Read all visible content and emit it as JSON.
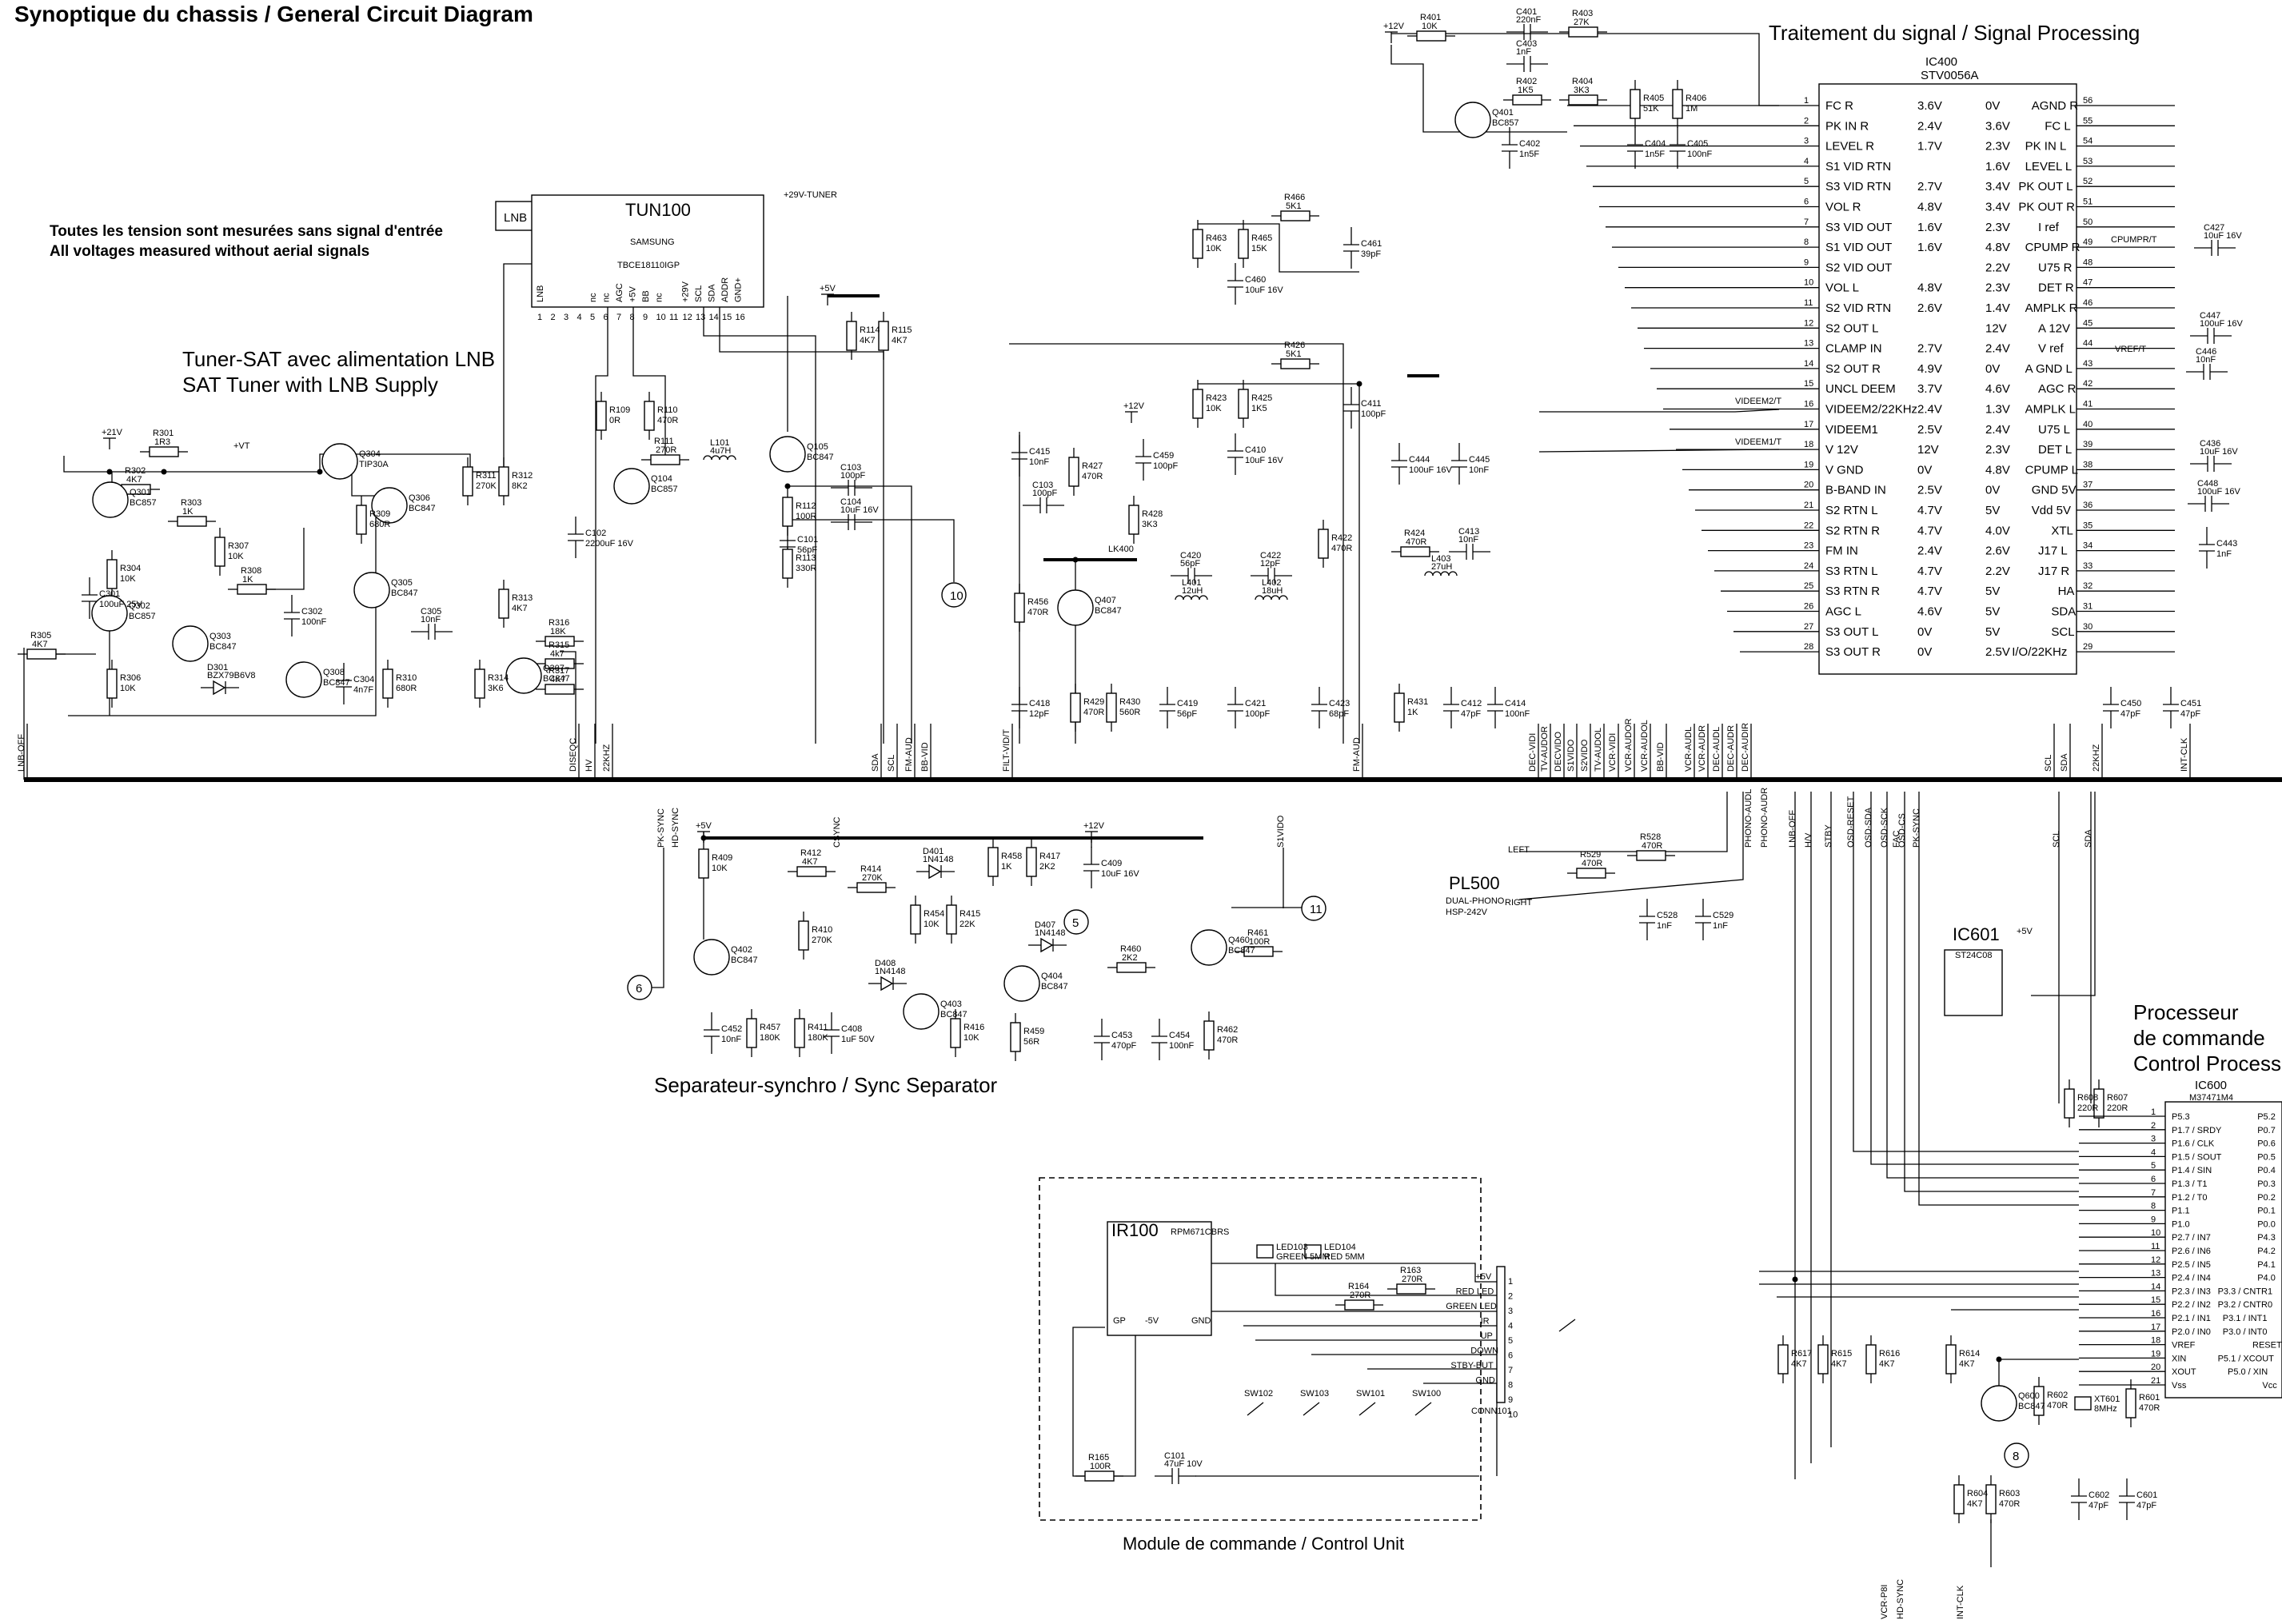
{
  "title": "Synoptique du chassis / General Circuit Diagram",
  "note": [
    "Toutes les tension sont mesurées sans signal d'entrée",
    "All voltages measured without aerial signals"
  ],
  "sections": {
    "tuner": [
      "Tuner-SAT avec alimentation LNB",
      "SAT Tuner with LNB Supply"
    ],
    "signal": "Traitement du signal / Signal Processing",
    "sync": "Separateur-synchro / Sync Separator",
    "control_unit": "Module de commande / Control Unit",
    "processor": [
      "Processeur",
      "de commande",
      "Control Processor"
    ]
  },
  "tuner_module": {
    "ref": "TUN100",
    "maker": "SAMSUNG",
    "part": "TBCE18110IGP",
    "lnb": "LNB",
    "supply": "+29V-TUNER",
    "pins": [
      "1",
      "2",
      "3",
      "4",
      "5",
      "6",
      "7",
      "8",
      "9",
      "10",
      "11",
      "12",
      "13",
      "14",
      "15",
      "16"
    ],
    "pin_names": [
      "LNB",
      "",
      "",
      "",
      "nc",
      "nc",
      "AGC",
      "+5V",
      "BB",
      "nc",
      "",
      "+29V",
      "SCL",
      "SDA",
      "ADDR",
      "GND+"
    ]
  },
  "ic400": {
    "ref": "IC400",
    "part": "STV0056A",
    "left": [
      {
        "n": "1",
        "name": "FC R",
        "a": "3.6V",
        "b": "0V"
      },
      {
        "n": "2",
        "name": "PK IN R",
        "a": "2.4V",
        "b": "3.6V"
      },
      {
        "n": "3",
        "name": "LEVEL R",
        "a": "1.7V",
        "b": "2.3V"
      },
      {
        "n": "4",
        "name": "S1 VID RTN",
        "a": "",
        "b": "1.6V"
      },
      {
        "n": "5",
        "name": "S3 VID RTN",
        "a": "2.7V",
        "b": "3.4V"
      },
      {
        "n": "6",
        "name": "VOL R",
        "a": "4.8V",
        "b": "3.4V"
      },
      {
        "n": "7",
        "name": "S3 VID OUT",
        "a": "1.6V",
        "b": "2.3V"
      },
      {
        "n": "8",
        "name": "S1 VID OUT",
        "a": "1.6V",
        "b": "4.8V"
      },
      {
        "n": "9",
        "name": "S2 VID OUT",
        "a": "",
        "b": "2.2V"
      },
      {
        "n": "10",
        "name": "VOL L",
        "a": "4.8V",
        "b": "2.3V"
      },
      {
        "n": "11",
        "name": "S2 VID RTN",
        "a": "2.6V",
        "b": "1.4V"
      },
      {
        "n": "12",
        "name": "S2 OUT L",
        "a": "",
        "b": "12V"
      },
      {
        "n": "13",
        "name": "CLAMP IN",
        "a": "2.7V",
        "b": "2.4V"
      },
      {
        "n": "14",
        "name": "S2 OUT R",
        "a": "4.9V",
        "b": "0V"
      },
      {
        "n": "15",
        "name": "UNCL DEEM",
        "a": "3.7V",
        "b": "4.6V"
      },
      {
        "n": "16",
        "name": "VIDEEM2/22KHz",
        "a": "2.4V",
        "b": "1.3V"
      },
      {
        "n": "17",
        "name": "VIDEEM1",
        "a": "2.5V",
        "b": "2.4V"
      },
      {
        "n": "18",
        "name": "V 12V",
        "a": "12V",
        "b": "2.3V"
      },
      {
        "n": "19",
        "name": "V GND",
        "a": "0V",
        "b": "4.8V"
      },
      {
        "n": "20",
        "name": "B-BAND IN",
        "a": "2.5V",
        "b": "0V"
      },
      {
        "n": "21",
        "name": "S2 RTN L",
        "a": "4.7V",
        "b": "5V"
      },
      {
        "n": "22",
        "name": "S2 RTN R",
        "a": "4.7V",
        "b": "4.0V"
      },
      {
        "n": "23",
        "name": "FM IN",
        "a": "2.4V",
        "b": "2.6V"
      },
      {
        "n": "24",
        "name": "S3 RTN L",
        "a": "4.7V",
        "b": "2.2V"
      },
      {
        "n": "25",
        "name": "S3 RTN R",
        "a": "4.7V",
        "b": "5V"
      },
      {
        "n": "26",
        "name": "AGC L",
        "a": "4.6V",
        "b": "5V"
      },
      {
        "n": "27",
        "name": "S3 OUT L",
        "a": "0V",
        "b": "5V"
      },
      {
        "n": "28",
        "name": "S3 OUT R",
        "a": "0V",
        "b": "2.5V"
      }
    ],
    "right": [
      {
        "n": "56",
        "name": "AGND R"
      },
      {
        "n": "55",
        "name": "FC L"
      },
      {
        "n": "54",
        "name": "PK IN L"
      },
      {
        "n": "53",
        "name": "LEVEL L"
      },
      {
        "n": "52",
        "name": "PK OUT L"
      },
      {
        "n": "51",
        "name": "PK OUT R"
      },
      {
        "n": "50",
        "name": "I ref"
      },
      {
        "n": "49",
        "name": "CPUMP R"
      },
      {
        "n": "48",
        "name": "U75 R"
      },
      {
        "n": "47",
        "name": "DET R"
      },
      {
        "n": "46",
        "name": "AMPLK R"
      },
      {
        "n": "45",
        "name": "A 12V"
      },
      {
        "n": "44",
        "name": "V ref"
      },
      {
        "n": "43",
        "name": "A GND L"
      },
      {
        "n": "42",
        "name": "AGC R"
      },
      {
        "n": "41",
        "name": "AMPLK L"
      },
      {
        "n": "40",
        "name": "U75 L"
      },
      {
        "n": "39",
        "name": "DET L"
      },
      {
        "n": "38",
        "name": "CPUMP L"
      },
      {
        "n": "37",
        "name": "GND 5V"
      },
      {
        "n": "36",
        "name": "Vdd 5V"
      },
      {
        "n": "35",
        "name": "XTL"
      },
      {
        "n": "34",
        "name": "J17 L"
      },
      {
        "n": "33",
        "name": "J17 R"
      },
      {
        "n": "32",
        "name": "HA"
      },
      {
        "n": "31",
        "name": "SDA"
      },
      {
        "n": "30",
        "name": "SCL"
      },
      {
        "n": "29",
        "name": "I/O/22KHz"
      }
    ]
  },
  "ic600": {
    "ref": "IC600",
    "part": "M37471M4",
    "left": [
      "P5.3",
      "P1.7 / SRDY",
      "P1.6 / CLK",
      "P1.5 / SOUT",
      "P1.4 / SIN",
      "P1.3 / T1",
      "P1.2 / T0",
      "P1.1",
      "P1.0",
      "P2.7 / IN7",
      "P2.6 / IN6",
      "P2.5 / IN5",
      "P2.4 / IN4",
      "P2.3 / IN3",
      "P2.2 / IN2",
      "P2.1 / IN1",
      "P2.0 / IN0",
      "VREF",
      "XIN",
      "XOUT",
      "Vss"
    ],
    "right": [
      "P5.2",
      "P0.7",
      "P0.6",
      "P0.5",
      "P0.4",
      "P0.3",
      "P0.2",
      "P0.1",
      "P0.0",
      "P4.3",
      "P4.2",
      "P4.1",
      "P4.0",
      "P3.3 / CNTR1",
      "P3.2 / CNTR0",
      "P3.1 / INT1",
      "P3.0 / INT0",
      "RESET",
      "P5.1 / XCOUT",
      "P5.0 / XIN",
      "Vcc"
    ]
  },
  "ic601": {
    "ref": "IC601",
    "part": "ST24C08",
    "supply": "+5V"
  },
  "ir100": {
    "ref": "IR100",
    "part": "RPM671CBRS",
    "pins": [
      "GP",
      "-5V",
      "GND"
    ]
  },
  "conn101": {
    "ref": "CONN101",
    "signals": [
      "+5V",
      "RED LED",
      "GREEN LED",
      "IR",
      "UP",
      "DOWN",
      "STBY-BUT",
      "GND"
    ]
  },
  "pl500": {
    "ref": "PL500",
    "part": [
      "DUAL-PHONO",
      "HSP-242V"
    ],
    "left": "LEFT",
    "right": "RIGHT"
  },
  "bus_labels_top": [
    "LNB-OFF",
    "DISEQC",
    "HV",
    "22KHZ",
    "SDA",
    "SCL",
    "FM-AUD",
    "BB-VID",
    "FILT-VID/T",
    "FM-AUD",
    "DEC-VIDI",
    "TV-AUDOR",
    "DECVIDO",
    "S1VIDO",
    "S2VIDO",
    "TV-AUDOL",
    "VCR-VIDI",
    "VCR-AUDOR",
    "VCR-AUDOL",
    "BB-VID",
    "VCR-AUDL",
    "VCR-AUDR",
    "DEC-AUDL",
    "DEC-AUDR",
    "DEC-AUDIR",
    "SCL",
    "SDA",
    "INT-CLK",
    "22KHZ"
  ],
  "bus_labels_bottom": [
    "PK-SYNC",
    "HD-SYNC",
    "CSYNC",
    "S1VIDO",
    "PHONO-AUDL",
    "PHONO-AUDR",
    "LNB-OFF",
    "H/V",
    "STBY",
    "OSD-RESET",
    "OSD-SDA",
    "OSD-SCK",
    "OSD-CS",
    "PK-SYNC",
    "SCL",
    "SDA",
    "VCR-P8I",
    "HD-SYNC",
    "INT-CLK",
    "FAC"
  ],
  "signal_net_labels": [
    "VIDEEM2/T",
    "VIDEEM1/T",
    "CPUMPR/T",
    "VREF/T"
  ],
  "markers": [
    "5",
    "6",
    "8",
    "10",
    "11"
  ],
  "components": {
    "tuner": [
      {
        "ref": "R301",
        "val": "1R3"
      },
      {
        "ref": "R302",
        "val": "4K7"
      },
      {
        "ref": "R303",
        "val": "1K"
      },
      {
        "ref": "R304",
        "val": "10K"
      },
      {
        "ref": "R305",
        "val": "4K7"
      },
      {
        "ref": "R306",
        "val": "10K"
      },
      {
        "ref": "R307",
        "val": "10K"
      },
      {
        "ref": "R308",
        "val": "1K"
      },
      {
        "ref": "R309",
        "val": "680R"
      },
      {
        "ref": "R310",
        "val": "680R"
      },
      {
        "ref": "R311",
        "val": "270K"
      },
      {
        "ref": "R312",
        "val": "8K2"
      },
      {
        "ref": "R313",
        "val": "4K7"
      },
      {
        "ref": "R314",
        "val": "3K6"
      },
      {
        "ref": "R315",
        "val": "4k7"
      },
      {
        "ref": "R316",
        "val": "18K"
      },
      {
        "ref": "R317",
        "val": "4K7"
      },
      {
        "ref": "C301",
        "val": "100uF 25V"
      },
      {
        "ref": "C302",
        "val": "100nF"
      },
      {
        "ref": "C304",
        "val": "4n7F"
      },
      {
        "ref": "C305",
        "val": "10nF"
      },
      {
        "ref": "Q301",
        "val": "BC857"
      },
      {
        "ref": "Q302",
        "val": "BC857"
      },
      {
        "ref": "Q303",
        "val": "BC847"
      },
      {
        "ref": "Q304",
        "val": "TIP30A"
      },
      {
        "ref": "Q305",
        "val": "BC847"
      },
      {
        "ref": "Q306",
        "val": "BC847"
      },
      {
        "ref": "Q307",
        "val": "BC847"
      },
      {
        "ref": "Q308",
        "val": "BC847"
      },
      {
        "ref": "D301",
        "val": "BZX79B6V8"
      },
      {
        "ref": "R109",
        "val": "0R"
      },
      {
        "ref": "R110",
        "val": "470R"
      },
      {
        "ref": "R111",
        "val": "270R"
      },
      {
        "ref": "L101",
        "val": "4u7H"
      },
      {
        "ref": "Q104",
        "val": "BC857"
      },
      {
        "ref": "Q105",
        "val": "BC847"
      },
      {
        "ref": "C102",
        "val": "2200uF 16V"
      },
      {
        "ref": "C103",
        "val": "100pF"
      },
      {
        "ref": "C104",
        "val": "10uF 16V"
      },
      {
        "ref": "C101",
        "val": "56pF"
      },
      {
        "ref": "R112",
        "val": "100R"
      },
      {
        "ref": "R113",
        "val": "330R"
      },
      {
        "ref": "R114",
        "val": "4K7"
      },
      {
        "ref": "R115",
        "val": "4K7"
      }
    ],
    "video": [
      {
        "ref": "R463",
        "val": "10K"
      },
      {
        "ref": "R465",
        "val": "15K"
      },
      {
        "ref": "R466",
        "val": "5K1"
      },
      {
        "ref": "C461",
        "val": "39pF"
      },
      {
        "ref": "C460",
        "val": "10uF 16V"
      },
      {
        "ref": "R423",
        "val": "10K"
      },
      {
        "ref": "R425",
        "val": "1K5"
      },
      {
        "ref": "R426",
        "val": "5K1"
      },
      {
        "ref": "C411",
        "val": "100pF"
      },
      {
        "ref": "C410",
        "val": "10uF 16V"
      },
      {
        "ref": "C444",
        "val": "100uF 16V"
      },
      {
        "ref": "C445",
        "val": "10nF"
      },
      {
        "ref": "R422",
        "val": "470R"
      },
      {
        "ref": "C415",
        "val": "10nF"
      },
      {
        "ref": "C103",
        "val": "100pF"
      },
      {
        "ref": "R427",
        "val": "470R"
      },
      {
        "ref": "C459",
        "val": "100pF"
      },
      {
        "ref": "R428",
        "val": "3K3"
      },
      {
        "ref": "LK400",
        "val": ""
      },
      {
        "ref": "R456",
        "val": "470R"
      },
      {
        "ref": "Q407",
        "val": "BC847"
      },
      {
        "ref": "C420",
        "val": "56pF"
      },
      {
        "ref": "C422",
        "val": "12pF"
      },
      {
        "ref": "L401",
        "val": "12uH"
      },
      {
        "ref": "L402",
        "val": "18uH"
      },
      {
        "ref": "C418",
        "val": "12pF"
      },
      {
        "ref": "R429",
        "val": "470R"
      },
      {
        "ref": "R430",
        "val": "560R"
      },
      {
        "ref": "C419",
        "val": "56pF"
      },
      {
        "ref": "C421",
        "val": "100pF"
      },
      {
        "ref": "C423",
        "val": "68pF"
      },
      {
        "ref": "R424",
        "val": "470R"
      },
      {
        "ref": "C413",
        "val": "10nF"
      },
      {
        "ref": "L403",
        "val": "27uH"
      },
      {
        "ref": "R431",
        "val": "1K"
      },
      {
        "ref": "C412",
        "val": "47pF"
      },
      {
        "ref": "C414",
        "val": "100nF"
      }
    ],
    "signal": [
      {
        "ref": "R401",
        "val": "10K"
      },
      {
        "ref": "C401",
        "val": "220nF"
      },
      {
        "ref": "R403",
        "val": "27K"
      },
      {
        "ref": "C403",
        "val": "1nF"
      },
      {
        "ref": "R402",
        "val": "1K5"
      },
      {
        "ref": "R404",
        "val": "3K3"
      },
      {
        "ref": "Q401",
        "val": "BC857"
      },
      {
        "ref": "C402",
        "val": "1n5F"
      },
      {
        "ref": "R405",
        "val": "51K"
      },
      {
        "ref": "R406",
        "val": "1M"
      },
      {
        "ref": "C404",
        "val": "1n5F"
      },
      {
        "ref": "C405",
        "val": "100nF"
      },
      {
        "ref": "C427",
        "val": "10uF 16V"
      },
      {
        "ref": "C447",
        "val": "100uF 16V"
      },
      {
        "ref": "C446",
        "val": "10nF"
      },
      {
        "ref": "C436",
        "val": "10uF 16V"
      },
      {
        "ref": "C448",
        "val": "100uF 16V"
      },
      {
        "ref": "C443",
        "val": "1nF"
      },
      {
        "ref": "C450",
        "val": "47pF"
      },
      {
        "ref": "C451",
        "val": "47pF"
      }
    ],
    "sync": [
      {
        "ref": "R409",
        "val": "10K"
      },
      {
        "ref": "R412",
        "val": "4K7"
      },
      {
        "ref": "D401",
        "val": "1N4148"
      },
      {
        "ref": "R414",
        "val": "270K"
      },
      {
        "ref": "R458",
        "val": "1K"
      },
      {
        "ref": "R417",
        "val": "2K2"
      },
      {
        "ref": "C409",
        "val": "10uF 16V"
      },
      {
        "ref": "R410",
        "val": "270K"
      },
      {
        "ref": "R454",
        "val": "10K"
      },
      {
        "ref": "R415",
        "val": "22K"
      },
      {
        "ref": "Q402",
        "val": "BC847"
      },
      {
        "ref": "D408",
        "val": "1N4148"
      },
      {
        "ref": "Q403",
        "val": "BC847"
      },
      {
        "ref": "D407",
        "val": "1N4148"
      },
      {
        "ref": "R460",
        "val": "2K2"
      },
      {
        "ref": "Q404",
        "val": "BC847"
      },
      {
        "ref": "Q460",
        "val": "BC847"
      },
      {
        "ref": "R461",
        "val": "100R"
      },
      {
        "ref": "C452",
        "val": "10nF"
      },
      {
        "ref": "R457",
        "val": "180K"
      },
      {
        "ref": "R411",
        "val": "180K"
      },
      {
        "ref": "C408",
        "val": "1uF 50V"
      },
      {
        "ref": "R416",
        "val": "10K"
      },
      {
        "ref": "R459",
        "val": "56R"
      },
      {
        "ref": "C453",
        "val": "470pF"
      },
      {
        "ref": "C454",
        "val": "100nF"
      },
      {
        "ref": "R462",
        "val": "470R"
      }
    ],
    "control": [
      {
        "ref": "R528",
        "val": "470R"
      },
      {
        "ref": "R529",
        "val": "470R"
      },
      {
        "ref": "C528",
        "val": "1nF"
      },
      {
        "ref": "C529",
        "val": "1nF"
      },
      {
        "ref": "R608",
        "val": "220R"
      },
      {
        "ref": "R607",
        "val": "220R"
      },
      {
        "ref": "R617",
        "val": "4K7"
      },
      {
        "ref": "R615",
        "val": "4K7"
      },
      {
        "ref": "R616",
        "val": "4K7"
      },
      {
        "ref": "R614",
        "val": "4K7"
      },
      {
        "ref": "Q600",
        "val": "BC847"
      },
      {
        "ref": "R602",
        "val": "470R"
      },
      {
        "ref": "XT601",
        "val": "8MHz"
      },
      {
        "ref": "R601",
        "val": "470R"
      },
      {
        "ref": "R604",
        "val": "4K7"
      },
      {
        "ref": "R603",
        "val": "470R"
      },
      {
        "ref": "C602",
        "val": "47pF"
      },
      {
        "ref": "C601",
        "val": "47pF"
      },
      {
        "ref": "LED103",
        "val": "GREEN 5MM"
      },
      {
        "ref": "LED104",
        "val": "RED 5MM"
      },
      {
        "ref": "R164",
        "val": "270R"
      },
      {
        "ref": "R163",
        "val": "270R"
      },
      {
        "ref": "R165",
        "val": "100R"
      },
      {
        "ref": "C101",
        "val": "47uF 10V"
      },
      {
        "ref": "SW102",
        "val": ""
      },
      {
        "ref": "SW103",
        "val": ""
      },
      {
        "ref": "SW101",
        "val": ""
      },
      {
        "ref": "SW100",
        "val": ""
      }
    ]
  },
  "supply_labels": [
    "+21V",
    "+5V",
    "+12V",
    "+VT"
  ]
}
